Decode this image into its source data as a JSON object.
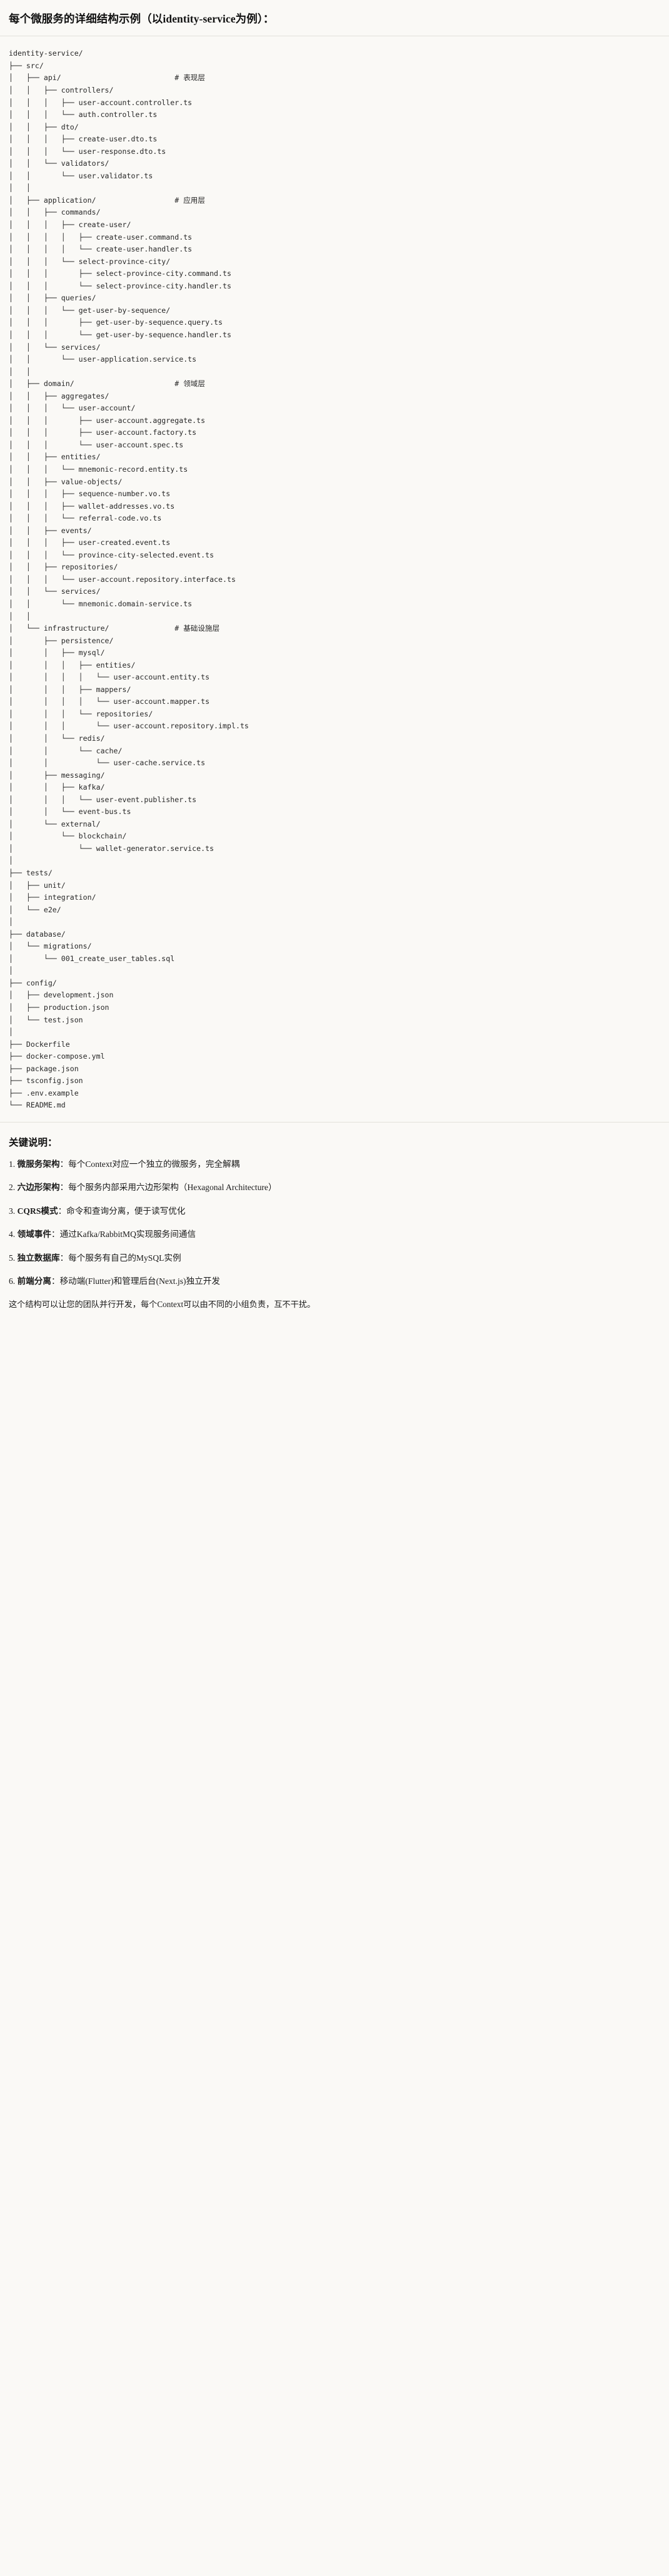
{
  "header": {
    "title": "每个微服务的详细结构示例（以identity-service为例）："
  },
  "tree": {
    "root_label": "identity-service/",
    "lines": [
      "identity-service/",
      "├── src/",
      "│   ├── api/                          # 表现层",
      "│   │   ├── controllers/",
      "│   │   │   ├── user-account.controller.ts",
      "│   │   │   └── auth.controller.ts",
      "│   │   ├── dto/",
      "│   │   │   ├── create-user.dto.ts",
      "│   │   │   └── user-response.dto.ts",
      "│   │   └── validators/",
      "│   │       └── user.validator.ts",
      "│   │",
      "│   ├── application/                  # 应用层",
      "│   │   ├── commands/",
      "│   │   │   ├── create-user/",
      "│   │   │   │   ├── create-user.command.ts",
      "│   │   │   │   └── create-user.handler.ts",
      "│   │   │   └── select-province-city/",
      "│   │   │       ├── select-province-city.command.ts",
      "│   │   │       └── select-province-city.handler.ts",
      "│   │   ├── queries/",
      "│   │   │   └── get-user-by-sequence/",
      "│   │   │       ├── get-user-by-sequence.query.ts",
      "│   │   │       └── get-user-by-sequence.handler.ts",
      "│   │   └── services/",
      "│   │       └── user-application.service.ts",
      "│   │",
      "│   ├── domain/                       # 领域层",
      "│   │   ├── aggregates/",
      "│   │   │   └── user-account/",
      "│   │   │       ├── user-account.aggregate.ts",
      "│   │   │       ├── user-account.factory.ts",
      "│   │   │       └── user-account.spec.ts",
      "│   │   ├── entities/",
      "│   │   │   └── mnemonic-record.entity.ts",
      "│   │   ├── value-objects/",
      "│   │   │   ├── sequence-number.vo.ts",
      "│   │   │   ├── wallet-addresses.vo.ts",
      "│   │   │   └── referral-code.vo.ts",
      "│   │   ├── events/",
      "│   │   │   ├── user-created.event.ts",
      "│   │   │   └── province-city-selected.event.ts",
      "│   │   ├── repositories/",
      "│   │   │   └── user-account.repository.interface.ts",
      "│   │   └── services/",
      "│   │       └── mnemonic.domain-service.ts",
      "│   │",
      "│   └── infrastructure/               # 基础设施层",
      "│       ├── persistence/",
      "│       │   ├── mysql/",
      "│       │   │   ├── entities/",
      "│       │   │   │   └── user-account.entity.ts",
      "│       │   │   ├── mappers/",
      "│       │   │   │   └── user-account.mapper.ts",
      "│       │   │   └── repositories/",
      "│       │   │       └── user-account.repository.impl.ts",
      "│       │   └── redis/",
      "│       │       └── cache/",
      "│       │           └── user-cache.service.ts",
      "│       ├── messaging/",
      "│       │   ├── kafka/",
      "│       │   │   └── user-event.publisher.ts",
      "│       │   └── event-bus.ts",
      "│       └── external/",
      "│           └── blockchain/",
      "│               └── wallet-generator.service.ts",
      "│",
      "├── tests/",
      "│   ├── unit/",
      "│   ├── integration/",
      "│   └── e2e/",
      "│",
      "├── database/",
      "│   └── migrations/",
      "│       └── 001_create_user_tables.sql",
      "│",
      "├── config/",
      "│   ├── development.json",
      "│   ├── production.json",
      "│   └── test.json",
      "│",
      "├── Dockerfile",
      "├── docker-compose.yml",
      "├── package.json",
      "├── tsconfig.json",
      "├── .env.example",
      "└── README.md"
    ],
    "layer_comments": [
      "# 表现层",
      "# 应用层",
      "# 领域层",
      "# 基础设施层"
    ]
  },
  "notes": {
    "title": "关键说明：",
    "items": [
      {
        "num": "1.",
        "key": "微服务架构",
        "body": "：每个Context对应一个独立的微服务，完全解耦"
      },
      {
        "num": "2.",
        "key": "六边形架构",
        "body": "：每个服务内部采用六边形架构（Hexagonal Architecture）"
      },
      {
        "num": "3.",
        "key": "CQRS模式",
        "body": "：命令和查询分离，便于读写优化"
      },
      {
        "num": "4.",
        "key": "领域事件",
        "body": "：通过Kafka/RabbitMQ实现服务间通信"
      },
      {
        "num": "5.",
        "key": "独立数据库",
        "body": "：每个服务有自己的MySQL实例"
      },
      {
        "num": "6.",
        "key": "前端分离",
        "body": "：移动端(Flutter)和管理后台(Next.js)独立开发"
      }
    ],
    "closing": "这个结构可以让您的团队并行开发，每个Context可以由不同的小组负责，互不干扰。"
  },
  "colors": {
    "background": "#faf9f6",
    "text": "#1b1b1b",
    "tree_text": "#272727",
    "divider": "#e3e1db"
  }
}
